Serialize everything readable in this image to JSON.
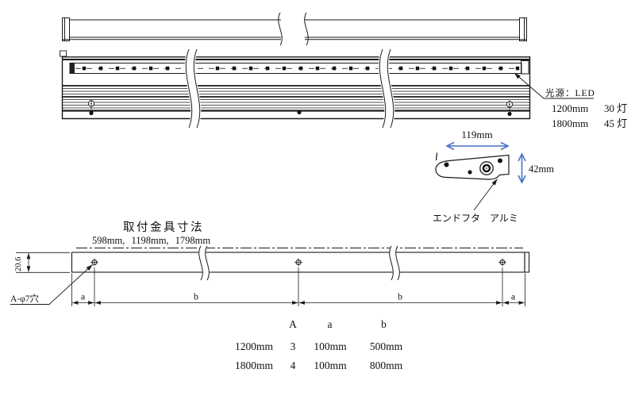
{
  "colors": {
    "line": "#1a1a1a",
    "accent_blue": "#4472c4"
  },
  "light_source": {
    "title": "光源：LED",
    "rows": [
      {
        "length": "1200mm",
        "lamps": "30 灯"
      },
      {
        "length": "1800mm",
        "lamps": "45 灯"
      }
    ]
  },
  "endcap": {
    "width_label": "119mm",
    "height_label": "42mm",
    "caption": "エンドフタ　アルミ"
  },
  "bracket": {
    "title": "取付金具寸法",
    "lengths": "598mm, 1198mm, 1798mm",
    "thickness_label": "20.6",
    "hole_label": "A-φ7穴",
    "dim_a": "a",
    "dim_b": "b"
  },
  "table": {
    "headers": [
      "A",
      "a",
      "b"
    ],
    "rows": [
      [
        "1200mm",
        "3",
        "100mm",
        "500mm"
      ],
      [
        "1800mm",
        "4",
        "100mm",
        "800mm"
      ]
    ]
  }
}
